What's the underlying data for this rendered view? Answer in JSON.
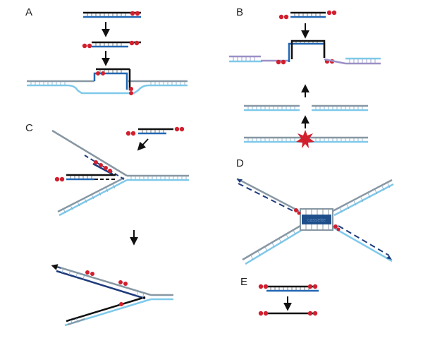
{
  "panels": [
    {
      "id": "A",
      "label": "A"
    },
    {
      "id": "B",
      "label": "B"
    },
    {
      "id": "C",
      "label": "C"
    },
    {
      "id": "D",
      "label": "D"
    },
    {
      "id": "E",
      "label": "E"
    }
  ],
  "panel_d": {
    "center_label": "cassette"
  },
  "colors": {
    "light_blue_strand": "#7fc9ea",
    "gray_strand": "#8797a3",
    "navy_strand": "#1f3b7c",
    "black_strand": "#111111",
    "blue_strand": "#2268b4",
    "lavender_strand": "#9b8fc6",
    "red_end": "#d21f2e",
    "cassette_fill": "#1f4f8a",
    "arrow": "#111111"
  }
}
